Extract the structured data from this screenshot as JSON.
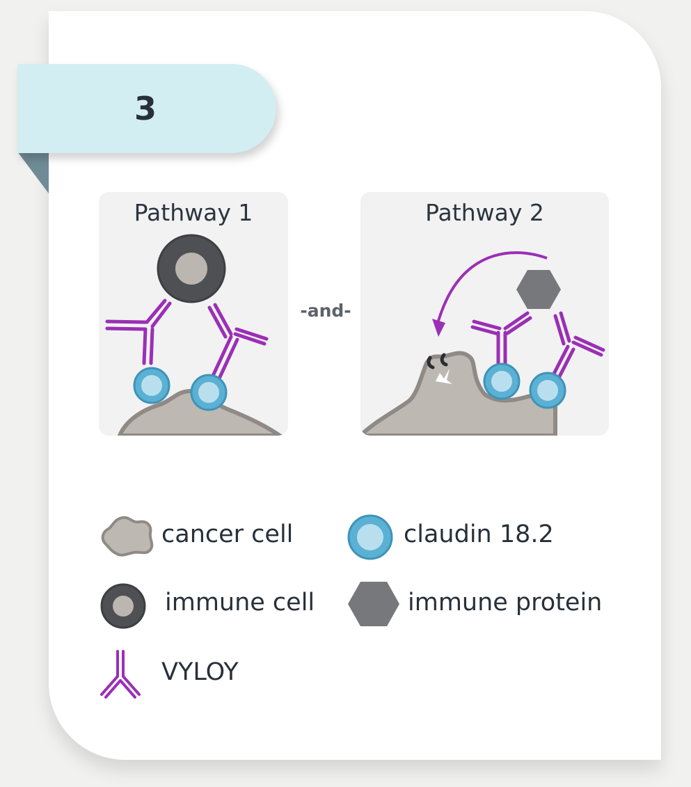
{
  "step": {
    "number": "3"
  },
  "pathways": [
    {
      "title": "Pathway 1"
    },
    {
      "title": "Pathway 2"
    }
  ],
  "connector": "-and-",
  "legend": {
    "cancer_cell": "cancer cell",
    "claudin": "claudin 18.2",
    "immune_cell": "immune cell",
    "immune_protein": "immune protein",
    "vyloy": "VYLOY"
  },
  "colors": {
    "tab": "#d3eef2",
    "fold": "#6f8b95",
    "panel": "#f2f2f2",
    "antibody": "#9b2fb5",
    "claudin_outer": "#5bb1d3",
    "claudin_inner": "#b9dfee",
    "cancer_fill": "#bdb8b2",
    "cancer_edge": "#8f8a85",
    "immune_cell_outer": "#4f5054",
    "immune_cell_inner": "#bcb6b0",
    "immune_protein": "#77787c",
    "text": "#27303a"
  }
}
